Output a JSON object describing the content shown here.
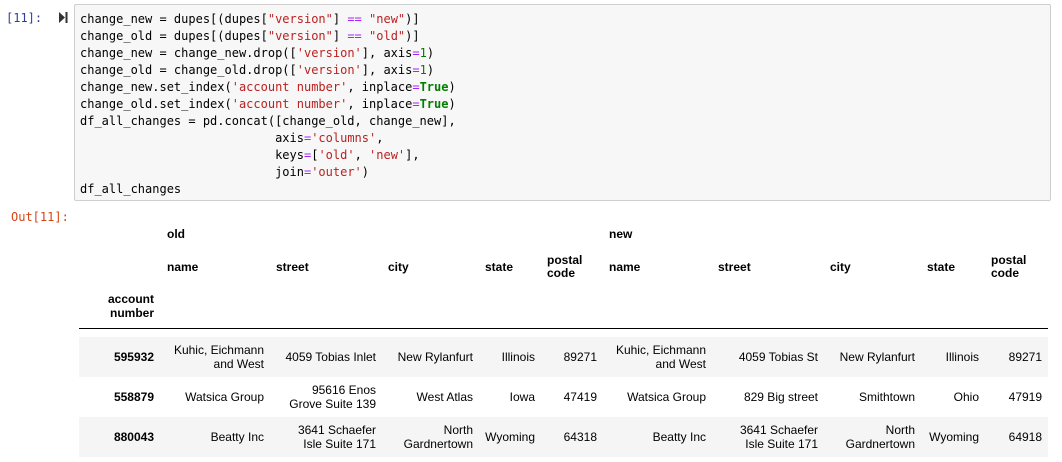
{
  "input_cell": {
    "prompt": "[11]:",
    "run_icon": "run-cell-icon"
  },
  "output_cell": {
    "prompt": "Out[11]:"
  },
  "dataframe": {
    "top_header": {
      "old": "old",
      "new": "new"
    },
    "columns": [
      "name",
      "street",
      "city",
      "state",
      "postal code"
    ],
    "index_name": "account number",
    "rows": [
      {
        "index": "595932",
        "old": [
          "Kuhic, Eichmann and West",
          "4059 Tobias Inlet",
          "New Rylanfurt",
          "Illinois",
          "89271"
        ],
        "new": [
          "Kuhic, Eichmann and West",
          "4059 Tobias St",
          "New Rylanfurt",
          "Illinois",
          "89271"
        ]
      },
      {
        "index": "558879",
        "old": [
          "Watsica Group",
          "95616 Enos Grove Suite 139",
          "West Atlas",
          "Iowa",
          "47419"
        ],
        "new": [
          "Watsica Group",
          "829 Big street",
          "Smithtown",
          "Ohio",
          "47919"
        ]
      },
      {
        "index": "880043",
        "old": [
          "Beatty Inc",
          "3641 Schaefer Isle Suite 171",
          "North Gardnertown",
          "Wyoming",
          "64318"
        ],
        "new": [
          "Beatty Inc",
          "3641 Schaefer Isle Suite 171",
          "North Gardnertown",
          "Wyoming",
          "64918"
        ]
      }
    ]
  }
}
